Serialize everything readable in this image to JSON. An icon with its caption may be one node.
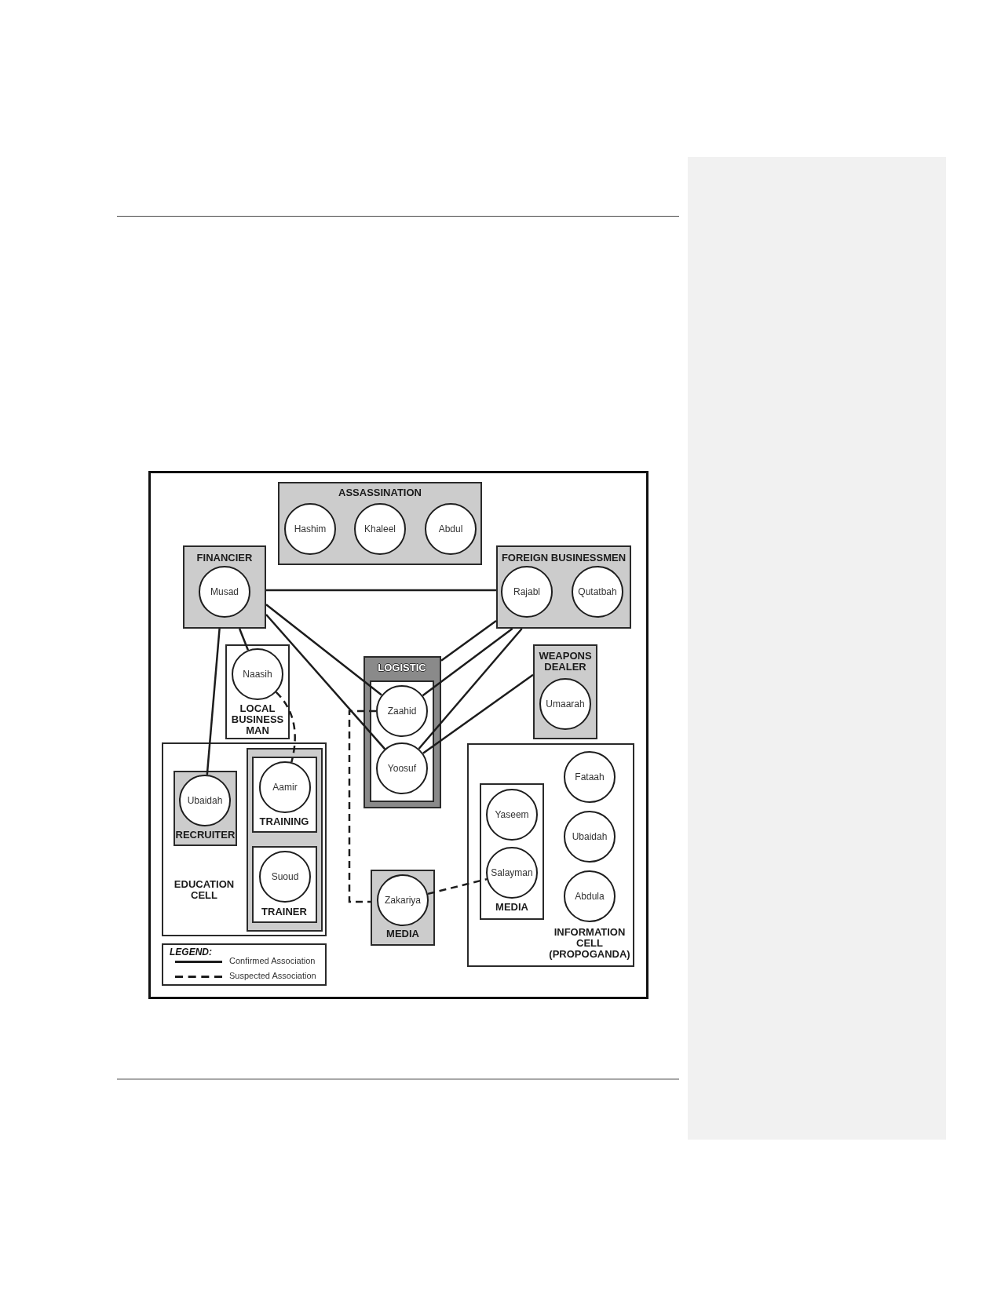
{
  "diagram": {
    "nodes": [
      {
        "text": [
          "ASSASSINATION"
        ]
      },
      {
        "text": [
          "Hashim"
        ],
        "in": 0
      },
      {
        "text": [
          "Khaleel"
        ],
        "in": 0
      },
      {
        "text": [
          "Abdul"
        ],
        "in": 0
      },
      {
        "text": [
          "FINANCIER"
        ]
      },
      {
        "text": [
          "Musad"
        ],
        "in": 4
      },
      {
        "text": [
          "FOREIGN BUSINESSMEN"
        ]
      },
      {
        "text": [
          "Rajabl"
        ],
        "in": 6
      },
      {
        "text": [
          "Qutatbah"
        ],
        "in": 6
      },
      {
        "text": [
          "LOCAL BUSINESS MAN"
        ]
      },
      {
        "text": [
          "Naasih"
        ],
        "in": 9
      },
      {
        "text": [
          "LOGISTIC"
        ]
      },
      {
        "text": [],
        "shape": "box",
        "in": 11
      },
      {
        "text": [
          "Zaahid"
        ],
        "in": 12
      },
      {
        "text": [
          "Yoosuf"
        ],
        "in": 12
      },
      {
        "text": [
          "WEAPONS DEALER"
        ]
      },
      {
        "text": [
          "Umaarah"
        ],
        "in": 15
      },
      {
        "text": [
          "EDUCATION CELL"
        ]
      },
      {
        "text": [
          "RECRUITER"
        ],
        "in": 17
      },
      {
        "text": [
          "Ubaidah"
        ],
        "in": 18
      },
      {
        "text": [],
        "shape": "box",
        "in": 17
      },
      {
        "text": [
          "TRAINING"
        ],
        "in": 20
      },
      {
        "text": [
          "Aamir"
        ],
        "in": 21
      },
      {
        "text": [
          "TRAINER"
        ],
        "in": 20
      },
      {
        "text": [
          "Suoud"
        ],
        "in": 23
      },
      {
        "text": [
          "MEDIA"
        ]
      },
      {
        "text": [
          "Zakariya"
        ],
        "in": 25
      },
      {
        "text": [
          "INFORMATION CELL (PROPOGANDA)"
        ]
      },
      {
        "text": [
          "MEDIA"
        ],
        "in": 27
      },
      {
        "text": [
          "Yaseem"
        ],
        "in": 28
      },
      {
        "text": [
          "Salayman"
        ],
        "in": 28
      },
      {
        "text": [
          "Fataah"
        ],
        "in": 27
      },
      {
        "text": [
          "Ubaidah"
        ],
        "in": 27
      },
      {
        "text": [
          "Abdula"
        ],
        "in": 27
      }
    ],
    "edges": [
      {
        "from": 4,
        "to": 6,
        "arrow": "none"
      },
      {
        "from": 4,
        "to": 13,
        "arrow": "none"
      },
      {
        "from": 4,
        "to": 14,
        "arrow": "none"
      },
      {
        "from": 4,
        "to": 10,
        "arrow": "none"
      },
      {
        "from": 4,
        "to": 19,
        "arrow": "none"
      },
      {
        "from": 6,
        "to": 11,
        "arrow": "none"
      },
      {
        "from": 6,
        "to": 13,
        "arrow": "none"
      },
      {
        "from": 6,
        "to": 14,
        "arrow": "none"
      },
      {
        "from": 15,
        "to": 14,
        "arrow": "none"
      },
      {
        "from": 10,
        "to": 22,
        "arrow": "none",
        "style": "dashed"
      },
      {
        "from": 13,
        "to": 25,
        "arrow": "none",
        "style": "dashed"
      },
      {
        "from": 26,
        "to": 30,
        "arrow": "none",
        "style": "dashed"
      }
    ],
    "labels": [
      "LEGEND:"
    ],
    "legend": [
      {
        "text": "Confirmed Association"
      },
      {
        "text": "Suspected Association"
      }
    ]
  }
}
